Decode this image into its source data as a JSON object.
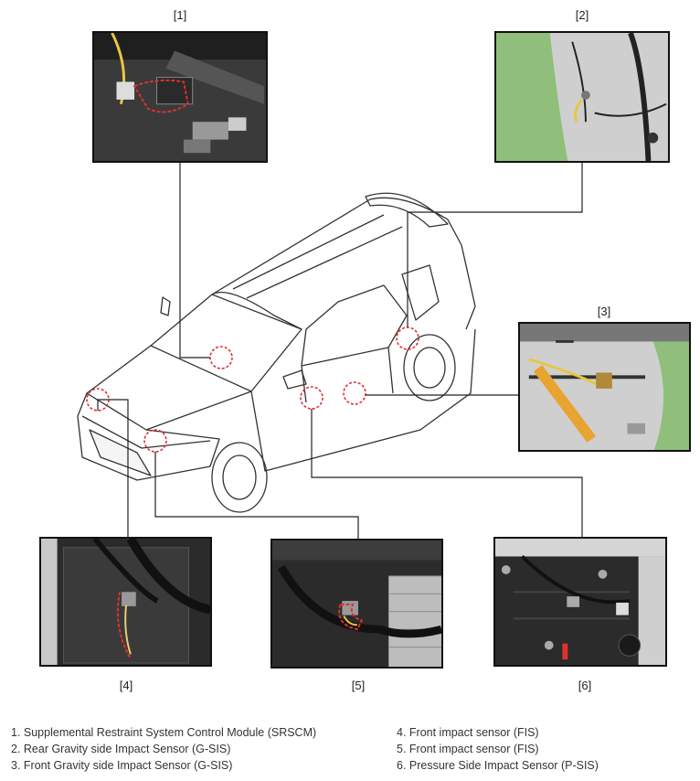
{
  "callouts": [
    {
      "id": 1,
      "label": "[1]"
    },
    {
      "id": 2,
      "label": "[2]"
    },
    {
      "id": 3,
      "label": "[3]"
    },
    {
      "id": 4,
      "label": "[4]"
    },
    {
      "id": 5,
      "label": "[5]"
    },
    {
      "id": 6,
      "label": "[6]"
    }
  ],
  "legend": [
    "1. Supplemental Restraint System Control Module (SRSCM)",
    "2. Rear Gravity side Impact Sensor (G-SIS)",
    "3. Front Gravity side Impact Sensor (G-SIS)",
    "4. Front impact sensor (FIS)",
    "5. Front impact sensor (FIS)",
    "6. Pressure Side Impact Sensor (P-SIS)"
  ],
  "colors": {
    "marker": "#e03030",
    "leader": "#222222",
    "photo_green": "#8fbf7a",
    "photo_dark": "#2b2b2b"
  }
}
